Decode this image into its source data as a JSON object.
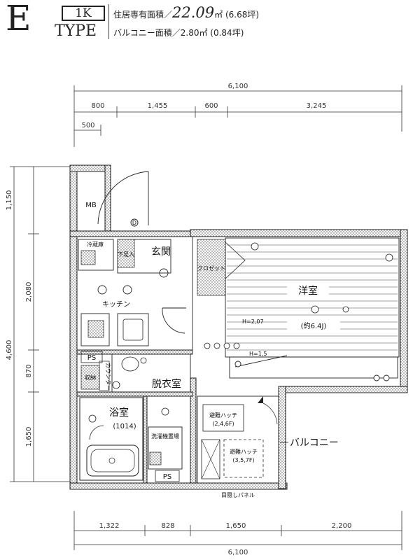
{
  "header": {
    "type_letter": "E",
    "unit_type": "1K",
    "type_word": "TYPE",
    "floor_area_label": "住居専有面積／",
    "floor_area_value": "22.09",
    "floor_area_unit": "㎡",
    "floor_area_tsubo": "(6.68坪)",
    "balcony_area_text": "バルコニー面積／2.80㎡ (0.84坪)"
  },
  "dimensions": {
    "top_total": "6,100",
    "top_segments": [
      "800",
      "1,455",
      "600",
      "3,245"
    ],
    "top_sub": "500",
    "left_segments": [
      "1,150",
      "2,080",
      "870",
      "1,650"
    ],
    "left_total": "4,600",
    "bottom_segments": [
      "1,322",
      "828",
      "1,650",
      "2,200"
    ],
    "bottom_total": "6,100"
  },
  "rooms": {
    "mb": "MB",
    "entrance": "玄関",
    "kitchen": "キッチン",
    "western_room": "洋室",
    "western_room_size": "(約6.4J)",
    "dressing": "脱衣室",
    "bath": "浴室",
    "bath_size": "(1014)",
    "laundry": "洗濯機置場",
    "ps_top": "PS",
    "ps_bottom": "PS",
    "hatch_1": "避難ハッチ",
    "hatch_1_floors": "(2,4,6F)",
    "hatch_2": "避難ハッチ",
    "hatch_2_floors": "(3,5,7F)",
    "balcony": "バルコニー",
    "panel": "目隠しパネル",
    "shoe": "下足入",
    "fridge": "冷蔵庫",
    "counter": "カウンター",
    "storage": "収納",
    "closet": "クロゼット",
    "ceiling_h": "H=1,5",
    "ceiling_h2": "H=2,07"
  }
}
